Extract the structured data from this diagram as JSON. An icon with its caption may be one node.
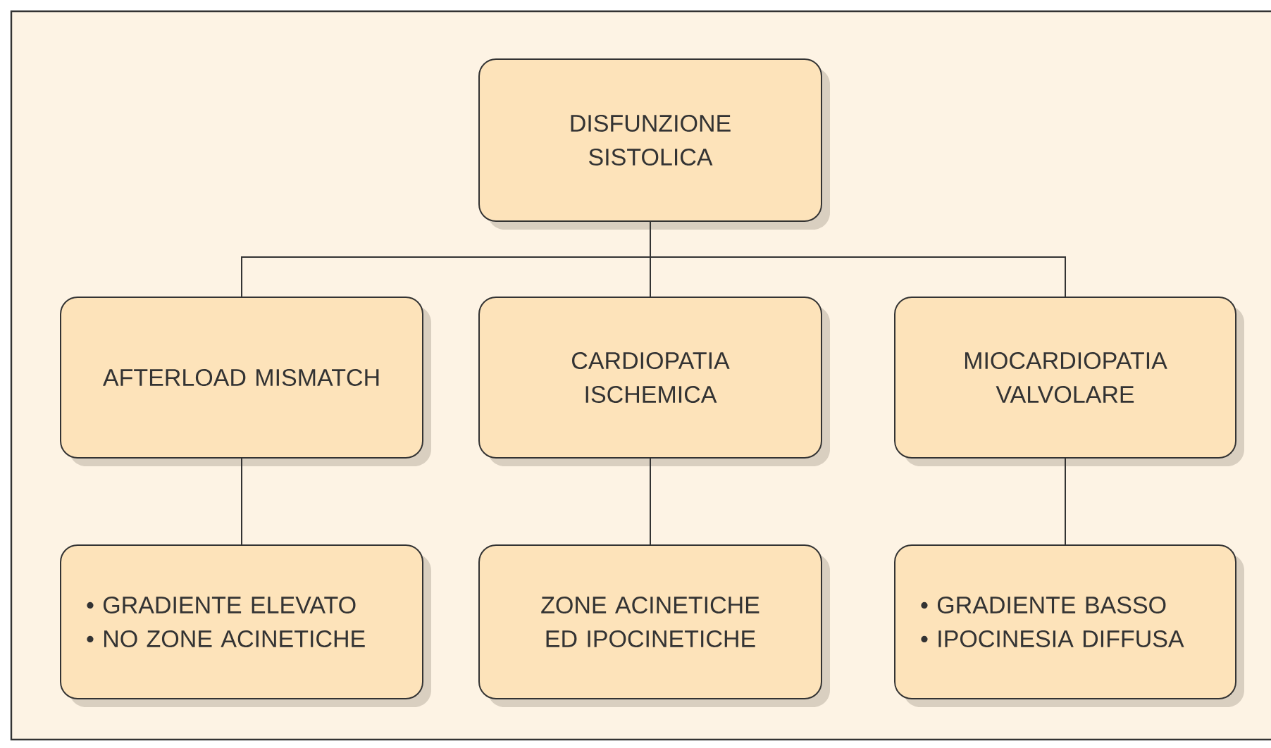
{
  "diagram": {
    "nodes": [
      {
        "text": [
          "DISFUNZIONE SISTOLICA"
        ]
      },
      {
        "text": [
          "AFTERLOAD MISMATCH"
        ]
      },
      {
        "text": [
          "CARDIOPATIA ISCHEMICA"
        ]
      },
      {
        "text": [
          "MIOCARDIOPATIA VALVOLARE"
        ]
      },
      {
        "text": [
          "• GRADIENTE ELEVATO",
          "• NO ZONE ACINETICHE"
        ]
      },
      {
        "text": [
          "ZONE ACINETICHE ED IPOCINETICHE"
        ]
      },
      {
        "text": [
          "• GRADIENTE BASSO",
          "• IPOCINESIA DIFFUSA"
        ]
      }
    ],
    "edges": [
      {
        "from": 0,
        "to": 1,
        "arrow": "none"
      },
      {
        "from": 0,
        "to": 2,
        "arrow": "none"
      },
      {
        "from": 0,
        "to": 3,
        "arrow": "none"
      },
      {
        "from": 1,
        "to": 4,
        "arrow": "none"
      },
      {
        "from": 2,
        "to": 5,
        "arrow": "none"
      },
      {
        "from": 3,
        "to": 6,
        "arrow": "none"
      }
    ]
  }
}
